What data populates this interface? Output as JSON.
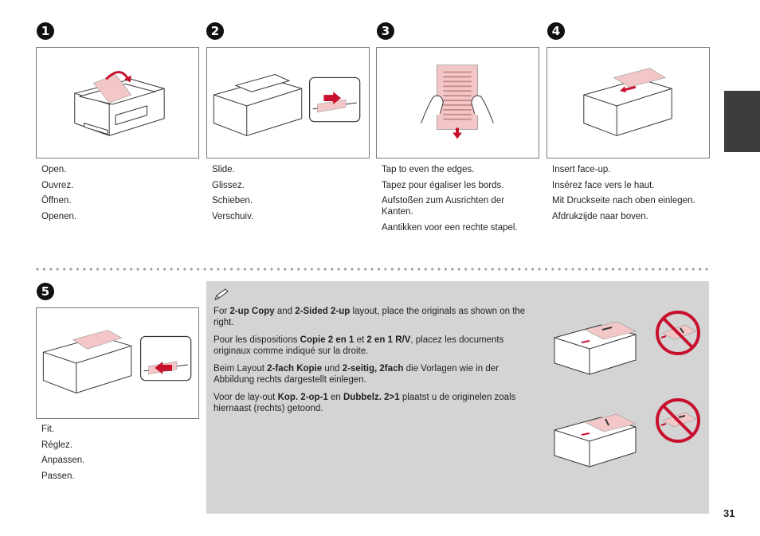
{
  "steps": [
    {
      "number": "1",
      "captions": [
        "Open.",
        "Ouvrez.",
        "Öffnen.",
        "Openen."
      ]
    },
    {
      "number": "2",
      "captions": [
        "Slide.",
        "Glissez.",
        "Schieben.",
        "Verschuiv."
      ]
    },
    {
      "number": "3",
      "captions": [
        "Tap to even the edges.",
        "Tapez pour égaliser les bords.",
        "Aufstoßen zum Ausrichten der Kanten.",
        "Aantikken voor een rechte stapel."
      ]
    },
    {
      "number": "4",
      "captions": [
        "Insert face-up.",
        "Insérez face vers le haut.",
        "Mit Druckseite nach oben einlegen.",
        "Afdrukzijde naar boven."
      ]
    },
    {
      "number": "5",
      "captions": [
        "Fit.",
        "Réglez.",
        "Anpassen.",
        "Passen."
      ]
    }
  ],
  "note": {
    "icon": "pencil-note-icon",
    "paragraphs": [
      [
        {
          "t": "For "
        },
        {
          "t": "2-up Copy",
          "b": true
        },
        {
          "t": " and "
        },
        {
          "t": "2-Sided 2-up",
          "b": true
        },
        {
          "t": " layout, place the originals as shown on the right."
        }
      ],
      [
        {
          "t": "Pour les dispositions "
        },
        {
          "t": "Copie 2 en 1",
          "b": true
        },
        {
          "t": " et "
        },
        {
          "t": "2 en 1 R/V",
          "b": true
        },
        {
          "t": ", placez les documents originaux comme indiqué sur la droite."
        }
      ],
      [
        {
          "t": "Beim Layout "
        },
        {
          "t": "2-fach Kopie",
          "b": true
        },
        {
          "t": " und "
        },
        {
          "t": "2-seitig, 2fach",
          "b": true
        },
        {
          "t": " die Vorlagen wie in der Abbildung rechts dargestellt einlegen."
        }
      ],
      [
        {
          "t": "Voor de lay-out "
        },
        {
          "t": "Kop. 2-op-1",
          "b": true
        },
        {
          "t": " en "
        },
        {
          "t": "Dubbelz. 2>1",
          "b": true
        },
        {
          "t": " plaatst u de originelen zoals hiernaast (rechts) getoond."
        }
      ]
    ]
  },
  "page_number": "31",
  "colors": {
    "accent_red": "#c8102e",
    "paper_pink": "#f3c7c7",
    "tab": "#3d3d3d",
    "panel": "#d4d4d4"
  }
}
